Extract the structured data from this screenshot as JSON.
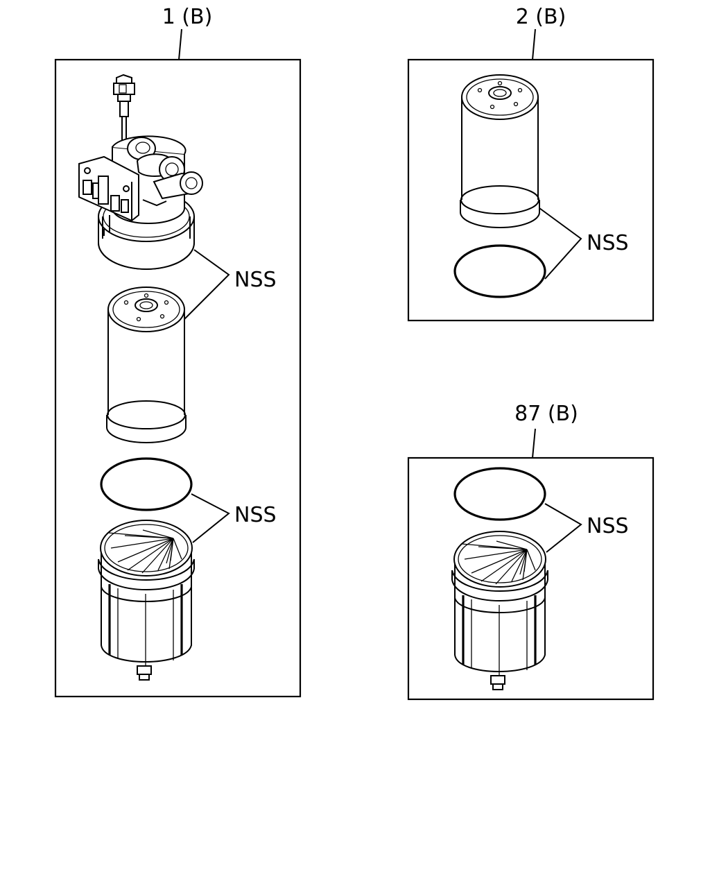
{
  "panels": [
    {
      "id": "1",
      "title": "1 (B)",
      "callouts": [
        "NSS",
        "NSS"
      ]
    },
    {
      "id": "2",
      "title": "2 (B)",
      "callouts": [
        "NSS"
      ]
    },
    {
      "id": "87",
      "title": "87 (B)",
      "callouts": [
        "NSS"
      ]
    }
  ],
  "colors": {
    "line": "#000000",
    "background": "#ffffff"
  }
}
